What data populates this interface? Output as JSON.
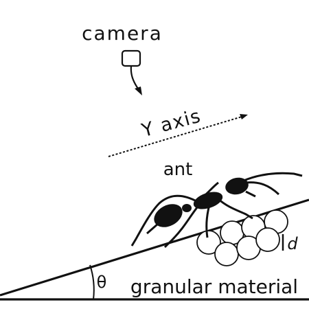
{
  "labels": {
    "camera": "camera",
    "y_axis": "Y axis",
    "ant": "ant",
    "theta": "θ",
    "granular_material": "granular material",
    "d": "d"
  },
  "colors": {
    "ink": "#111111",
    "background": "#ffffff",
    "grain_fill": "#ffffff"
  },
  "icons": {
    "camera": "camera-square-icon",
    "arrow": "arrow-down-icon",
    "ant": "ant-silhouette-icon"
  }
}
